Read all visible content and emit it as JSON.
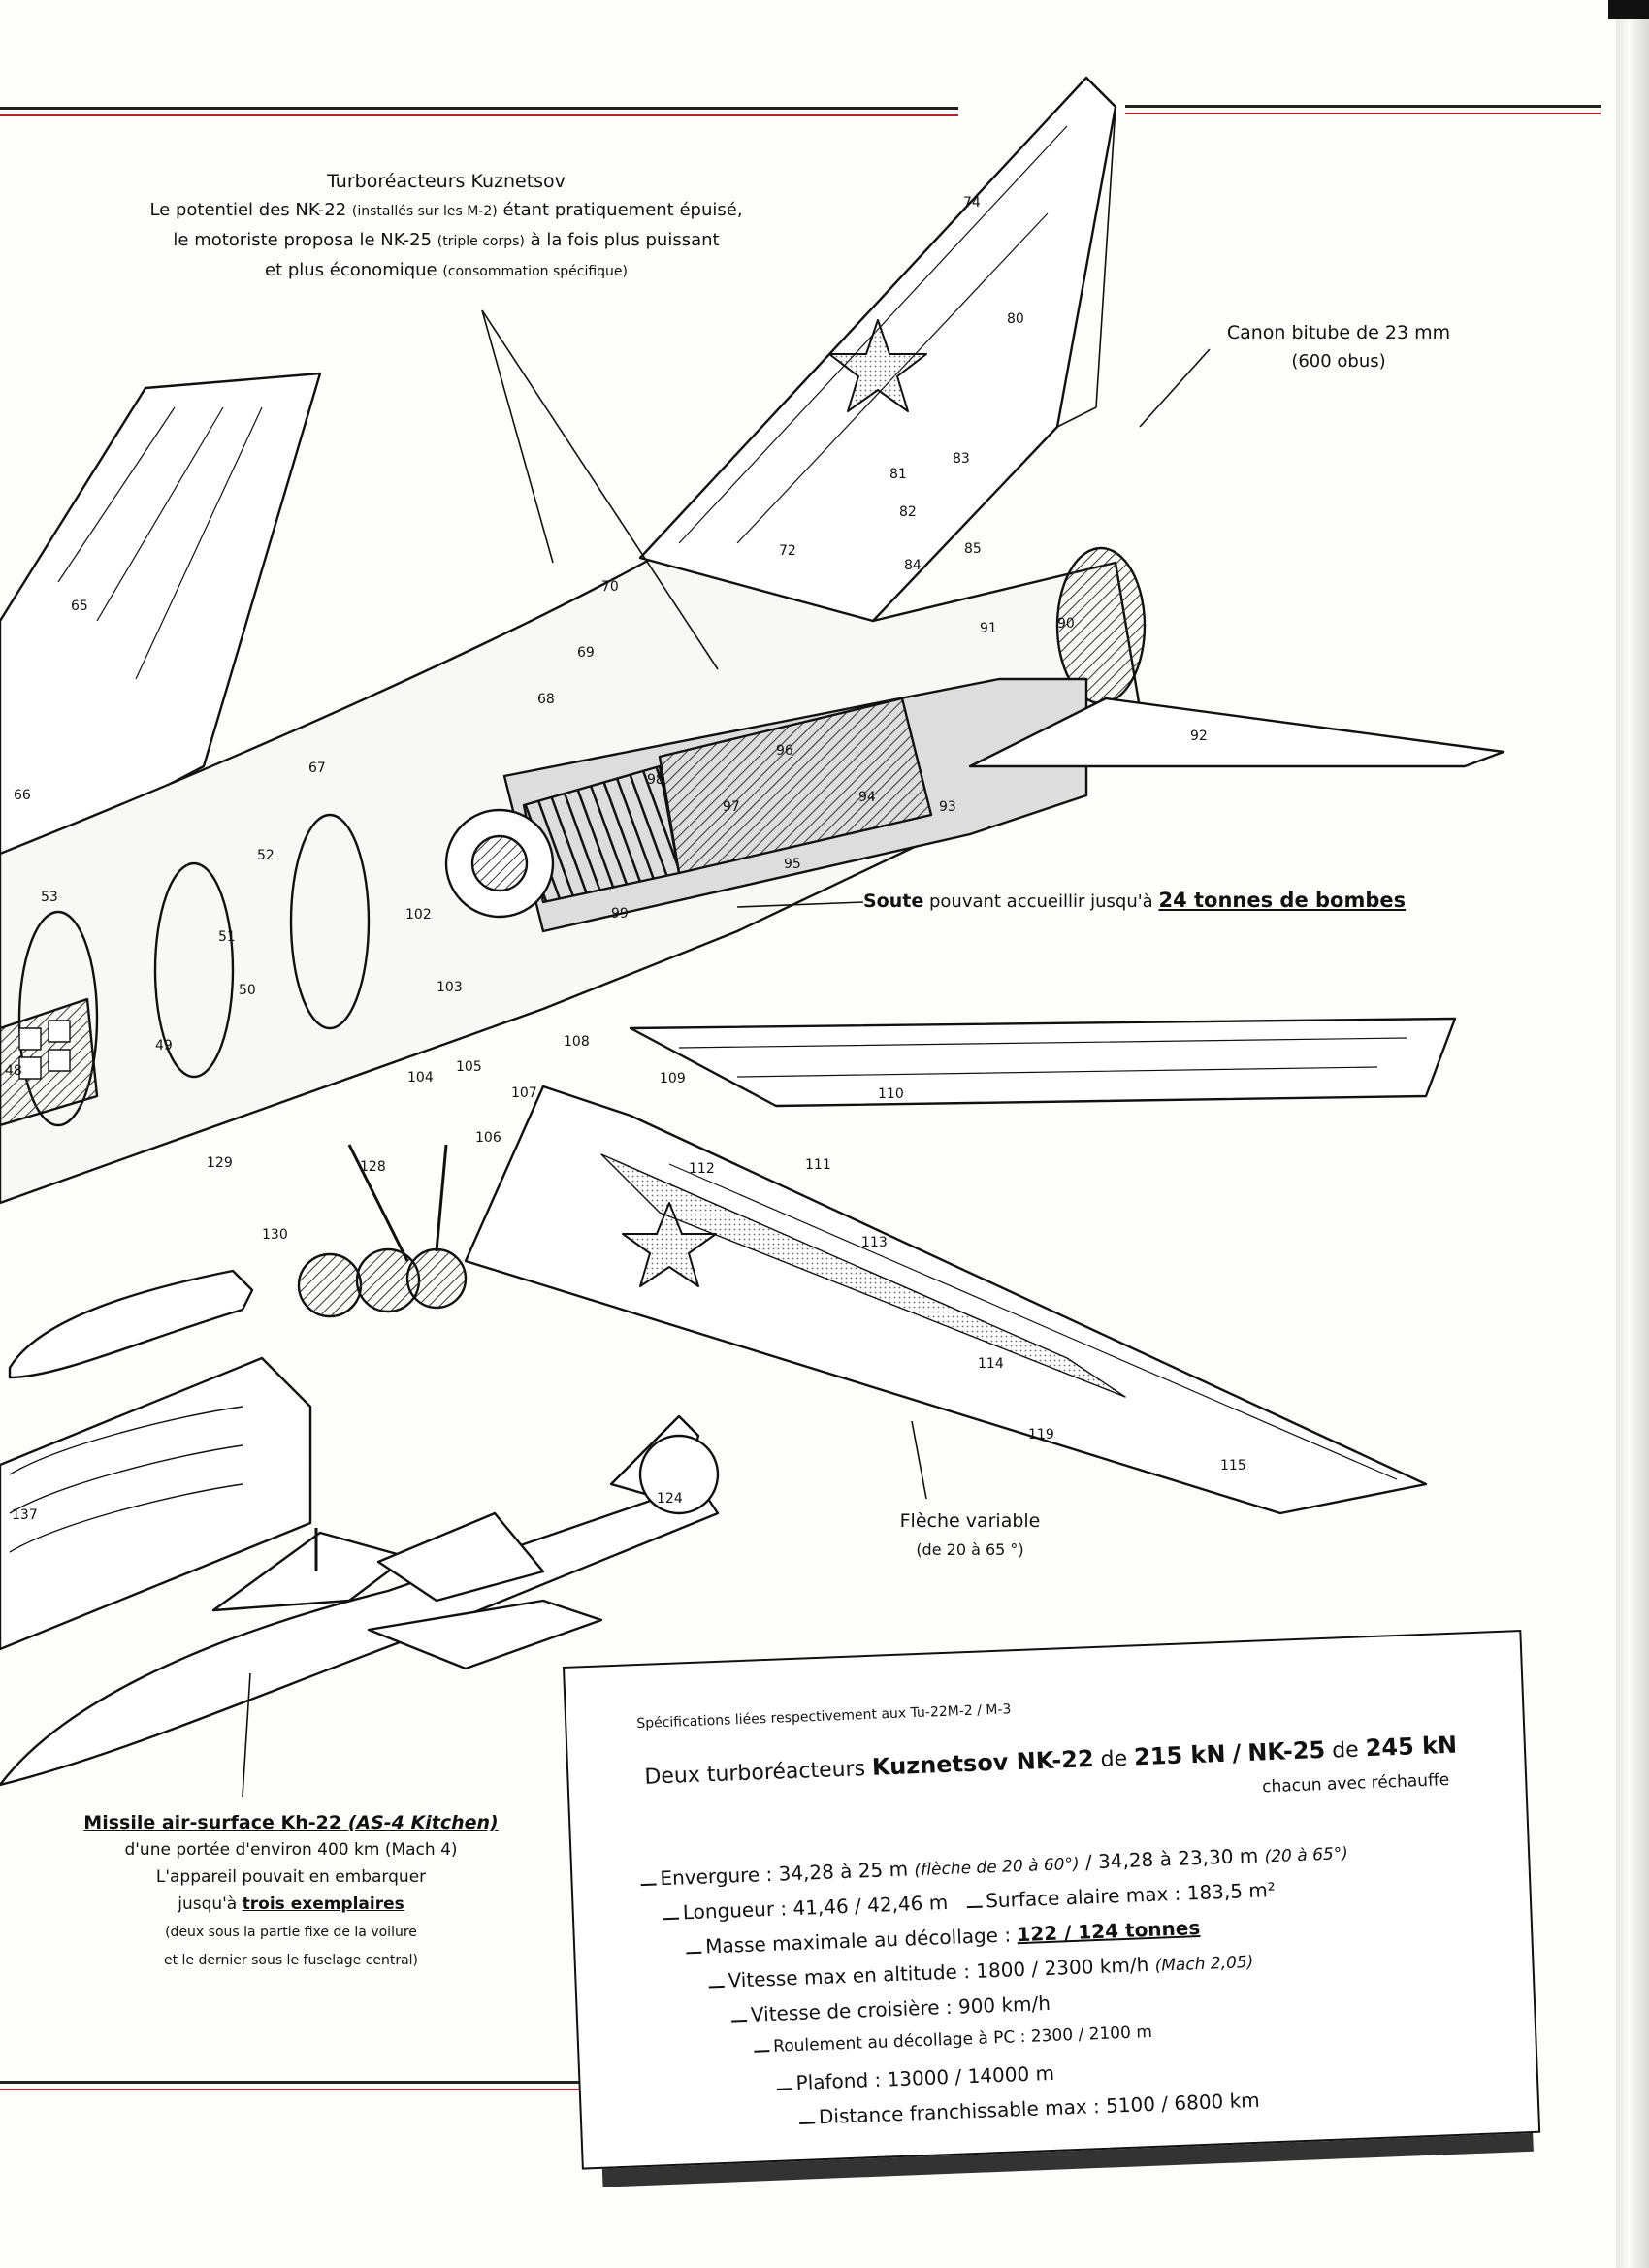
{
  "engines_note": {
    "title": "Turboréacteurs Kuznetsov",
    "line1_a": "Le potentiel des NK-22",
    "line1_small": "(installés sur les M-2)",
    "line1_b": "étant pratiquement épuisé,",
    "line2_a": "le motoriste proposa le NK-25",
    "line2_small": "(triple corps)",
    "line2_b": "à la fois plus puissant",
    "line3_a": "et plus économique",
    "line3_small": "(consommation spécifique)"
  },
  "cannon_note": {
    "title": "Canon bitube de 23 mm",
    "sub": "(600 obus)"
  },
  "bay_note": {
    "prefix": "Soute",
    "middle": "pouvant accueillir jusqu'à",
    "highlight": "24 tonnes de bombes"
  },
  "wing_note": {
    "title": "Flèche variable",
    "sub": "(de 20 à 65 °)"
  },
  "missile_note": {
    "title": "Missile air-surface Kh-22",
    "title_italic": "(AS-4 Kitchen)",
    "line1": "d'une portée d'environ 400 km (Mach 4)",
    "line2": "L'appareil pouvait en embarquer",
    "line3_a": "jusqu'à",
    "line3_b": "trois exemplaires",
    "line4": "(deux sous la partie fixe de la voilure",
    "line5": "et le dernier sous le fuselage central)"
  },
  "specs": {
    "intro": "Spécifications liées respectivement aux Tu-22M-2 / M-3",
    "main_a": "Deux turboréacteurs",
    "main_b": "Kuznetsov NK-22",
    "main_c": "de",
    "main_d": "215 kN",
    "main_e": "/",
    "main_f": "NK-25",
    "main_g": "de",
    "main_h": "245 kN",
    "sub": "chacun avec réchauffe",
    "envergure": "Envergure : 34,28 à 25 m",
    "envergure_it1": "(flèche de 20 à 60°)",
    "envergure_mid": "/ 34,28 à 23,30 m",
    "envergure_it2": "(20 à 65°)",
    "longueur": "Longueur : 41,46 / 42,46 m",
    "surface": "Surface alaire max : 183,5 m²",
    "masse_label": "Masse maximale au décollage :",
    "masse_value": "122 / 124 tonnes",
    "vitesse_max": "Vitesse max en altitude : 1800 / 2300 km/h",
    "vitesse_max_it": "(Mach 2,05)",
    "croisiere": "Vitesse de croisière : 900 km/h",
    "roulement": "Roulement au décollage à PC : 2300 / 2100 m",
    "plafond": "Plafond : 13000 / 14000 m",
    "distance": "Distance franchissable max : 5100 / 6800 km"
  },
  "callouts": [
    "74",
    "80",
    "81",
    "82",
    "83",
    "84",
    "85",
    "90",
    "91",
    "92",
    "93",
    "94",
    "95",
    "96",
    "97",
    "98",
    "99",
    "102",
    "103",
    "104",
    "105",
    "106",
    "107",
    "108",
    "109",
    "110",
    "111",
    "112",
    "113",
    "114",
    "115",
    "119",
    "124",
    "128",
    "129",
    "130",
    "137",
    "48",
    "49",
    "50",
    "51",
    "52",
    "53",
    "65",
    "66",
    "67",
    "68",
    "69",
    "70",
    "72"
  ],
  "colors": {
    "rule_red": "#b3262e",
    "rule_black": "#222222",
    "ink": "#111111",
    "paper": "#fdfdfb"
  }
}
